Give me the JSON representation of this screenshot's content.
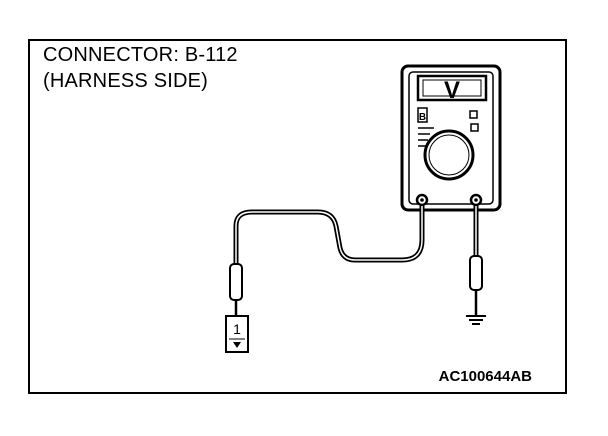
{
  "caption": {
    "connector_line": "CONNECTOR: B-112",
    "side_line": "(HARNESS SIDE)"
  },
  "meter": {
    "display": "V",
    "range_mark": "B"
  },
  "connector": {
    "pin": "1"
  },
  "figure_code": "AC100644AB"
}
